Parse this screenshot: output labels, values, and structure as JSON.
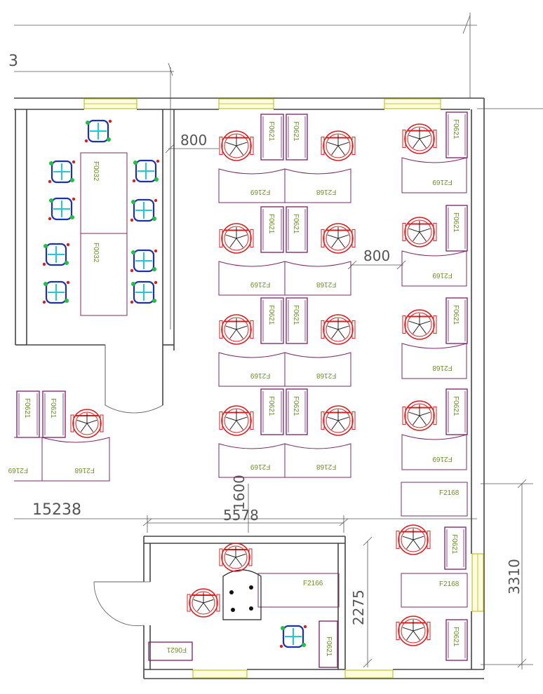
{
  "dimensions": {
    "top_partial": "3",
    "gap_800_a": "800",
    "gap_800_b": "800",
    "overall_width": "15238",
    "lower_room_width": "5578",
    "overlap_1600": "1600",
    "lower_room_depth": "2275",
    "right_side": "3310"
  },
  "furniture_tags": {
    "meeting_table_a": "F0032",
    "meeting_table_b": "F0032",
    "cabinet": "F0621",
    "desk_left": "F2169",
    "desk_right": "F2168",
    "manager_desk": "F2166",
    "desk_right_col": "F2168"
  },
  "colors": {
    "wall": "#444444",
    "chair_red": "#d42020",
    "meeting_chair_blue": "#1a33aa",
    "meeting_chair_cyan": "#20c8d8",
    "meeting_chair_green": "#20c040",
    "furniture_purple": "#7a1d6a",
    "tag_green": "#6b8e23",
    "window_yellow": "#b8b800"
  }
}
